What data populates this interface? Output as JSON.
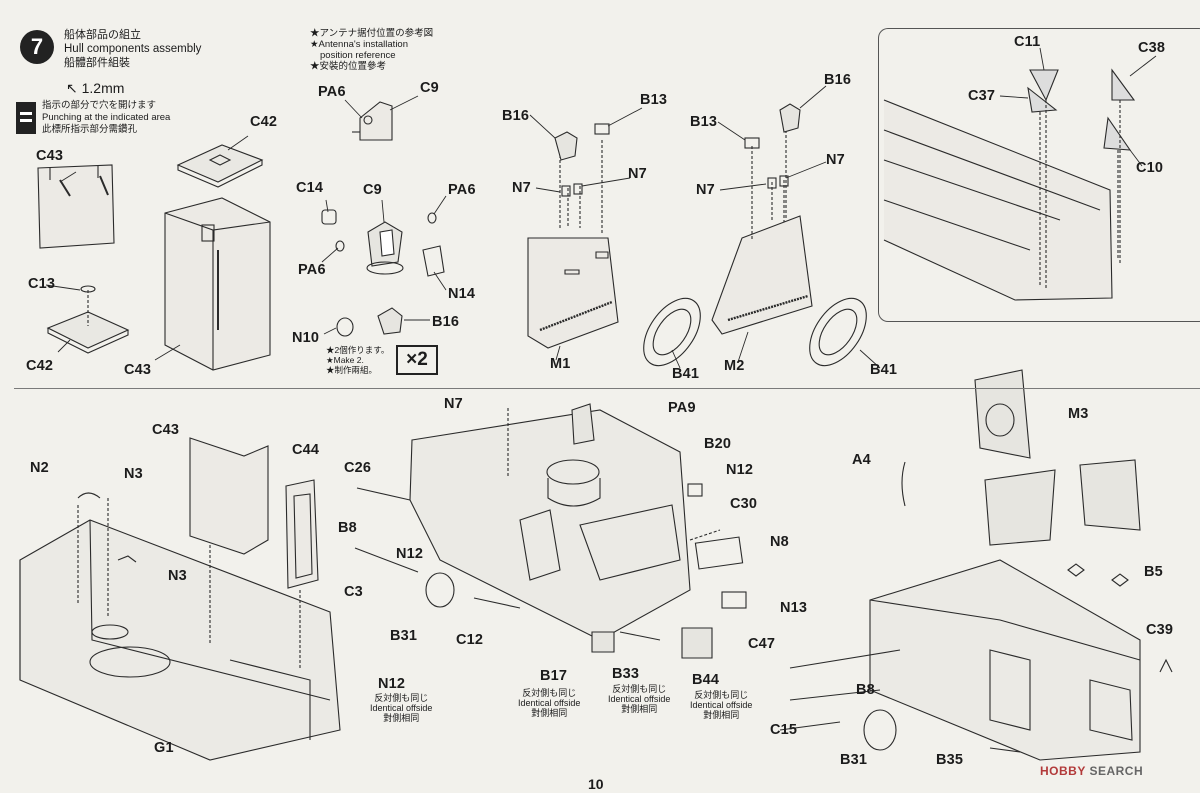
{
  "step": {
    "number": "7",
    "title_ja": "船体部品の組立",
    "title_en": "Hull components assembly",
    "title_zh": "船體部件組裝",
    "drill_size": "1.2mm",
    "punch_ja": "指示の部分で穴を開けます",
    "punch_en": "Punching at the indicated area",
    "punch_zh": "此標所指示部分需鑽孔"
  },
  "antenna_note": {
    "ja": "★アンテナ据付位置の参考図",
    "en1": "★Antenna's installation",
    "en2": "position reference",
    "zh": "★安裝的位置參考"
  },
  "make_note": {
    "ja": "★2個作ります。",
    "en": "★Make 2.",
    "zh": "★制作兩組。",
    "multiplier": "×2"
  },
  "labels": {
    "pa6_top": "PA6",
    "c9_top": "C9",
    "c42_top": "C42",
    "c43_top": "C43",
    "c43_main": "C43",
    "c13": "C13",
    "c42_bottom": "C42",
    "c14": "C14",
    "c9_mid": "C9",
    "pa6_right": "PA6",
    "pa6_left": "PA6",
    "n14": "N14",
    "n10": "N10",
    "b16_mid": "B16",
    "b16_a": "B16",
    "b13_a": "B13",
    "n7_a1": "N7",
    "n7_a2": "N7",
    "m1": "M1",
    "b41_a": "B41",
    "b13_b": "B13",
    "b16_b": "B16",
    "n7_b1": "N7",
    "n7_b2": "N7",
    "m2": "M2",
    "b41_b": "B41",
    "c11": "C11",
    "c38": "C38",
    "c37": "C37",
    "c10": "C10",
    "n2": "N2",
    "n3_a": "N3",
    "n3_b": "N3",
    "c43_low": "C43",
    "c44": "C44",
    "g1": "G1",
    "n7_c": "N7",
    "pa9": "PA9",
    "c26": "C26",
    "b20": "B20",
    "n12_a": "N12",
    "c30": "C30",
    "b8_a": "B8",
    "n12_b": "N12",
    "n8": "N8",
    "c3": "C3",
    "b31_a": "B31",
    "c12": "C12",
    "n13": "N13",
    "c47": "C47",
    "n12_c": "N12",
    "b17": "B17",
    "b33": "B33",
    "b44": "B44",
    "a4": "A4",
    "m3": "M3",
    "b5": "B5",
    "c39": "C39",
    "b8_b": "B8",
    "c15": "C15",
    "b31_b": "B31",
    "b35": "B35"
  },
  "offside_note": {
    "ja": "反対側も同じ",
    "en": "Identical offside",
    "zh": "對側相同"
  },
  "page_number": "10",
  "watermark": {
    "brand": "HOBBY",
    "suffix": "SEARCH"
  }
}
